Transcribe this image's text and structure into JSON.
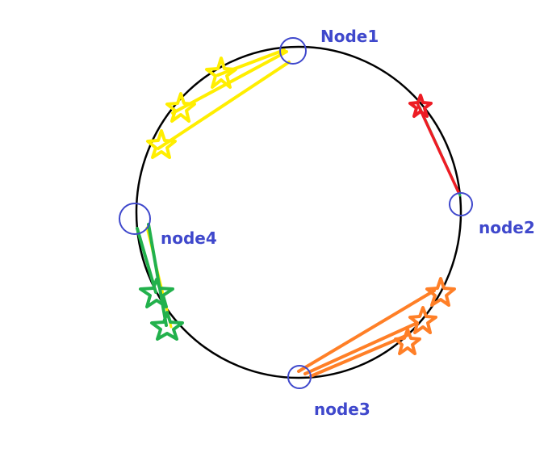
{
  "colors": {
    "ring": "#000000",
    "node_circle": "#3f48cc",
    "node_label": "#3f48cc",
    "node1_group": "#ffee00",
    "node2_group": "#ed1c24",
    "node2_line_shadow": "#22b14c",
    "node3_group": "#ff7f27",
    "node4_group": "#22b14c",
    "node4_line_shadow": "#ffee00"
  },
  "nodes": [
    {
      "id": "node1",
      "label": "Node1",
      "group_color_key": "node1_group",
      "star_count": 3
    },
    {
      "id": "node2",
      "label": "node2",
      "group_color_key": "node2_group",
      "star_count": 1
    },
    {
      "id": "node3",
      "label": "node3",
      "group_color_key": "node3_group",
      "star_count": 3
    },
    {
      "id": "node4",
      "label": "node4",
      "group_color_key": "node4_group",
      "star_count": 2
    }
  ],
  "icons": {
    "node_marker": "circle-icon",
    "data_item": "star-icon"
  }
}
